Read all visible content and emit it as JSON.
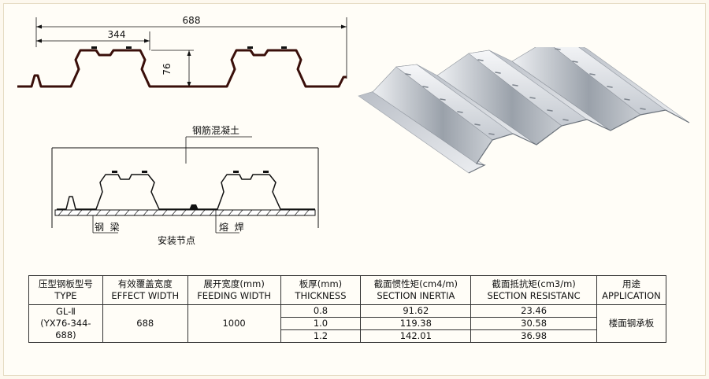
{
  "profile": {
    "dim_total": "688",
    "dim_pitch": "344",
    "dim_height": "76"
  },
  "node": {
    "concrete_label": "钢筋混凝土",
    "beam_label": "钢  梁",
    "weld_label": "熔  焊",
    "title": "安装节点"
  },
  "table": {
    "headers": [
      {
        "cn": "压型钢板型号",
        "en": "TYPE"
      },
      {
        "cn": "有效覆盖宽度",
        "en": "EFFECT WIDTH"
      },
      {
        "cn": "展开宽度(mm)",
        "en": "FEEDING WIDTH"
      },
      {
        "cn": "板厚(mm)",
        "en": "THICKNESS"
      },
      {
        "cn": "截面惯性矩(cm4/m)",
        "en": "SECTION INERTIA"
      },
      {
        "cn": "截面抵抗矩(cm3/m)",
        "en": "SECTION RESISTANC"
      },
      {
        "cn": "用途",
        "en": "APPLICATION"
      }
    ],
    "type_name": "GL-Ⅱ",
    "type_code": "(YX76-344-688)",
    "effect_width": "688",
    "feeding_width": "1000",
    "application": "楼面钢承板",
    "rows": [
      {
        "thickness": "0.8",
        "inertia": "91.62",
        "resistance": "23.46"
      },
      {
        "thickness": "1.0",
        "inertia": "119.38",
        "resistance": "30.58"
      },
      {
        "thickness": "1.2",
        "inertia": "142.01",
        "resistance": "36.98"
      }
    ]
  },
  "colors": {
    "profile_line": "#3a0f0a",
    "steel_light": "#e8ebef",
    "steel_dark": "#8e949c"
  }
}
